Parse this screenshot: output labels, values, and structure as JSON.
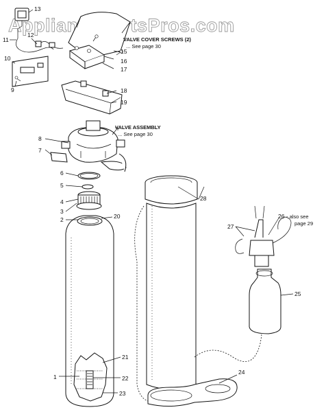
{
  "watermark": "AppliancePartsPros.com",
  "callouts": {
    "c1": "1",
    "c2": "2",
    "c3": "3",
    "c4": "4",
    "c5": "5",
    "c6": "6",
    "c7": "7",
    "c8": "8",
    "c9": "9",
    "c10": "10",
    "c11": "11",
    "c12": "12",
    "c13": "13",
    "c15": "15",
    "c16": "16",
    "c17": "17",
    "c18": "18",
    "c19": "19",
    "c20": "20",
    "c21": "21",
    "c22": "22",
    "c23": "23",
    "c24": "24",
    "c25": "25",
    "c26": "26",
    "c27": "27",
    "c28": "28"
  },
  "notes": {
    "valve_cover_screws": "VALVE COVER SCREWS (2)",
    "valve_cover_see": "... See page 30",
    "valve_assembly": "VALVE ASSEMBLY",
    "valve_assembly_see": "... See page 30",
    "also_see": "- also see",
    "also_see_page": "page 29"
  }
}
